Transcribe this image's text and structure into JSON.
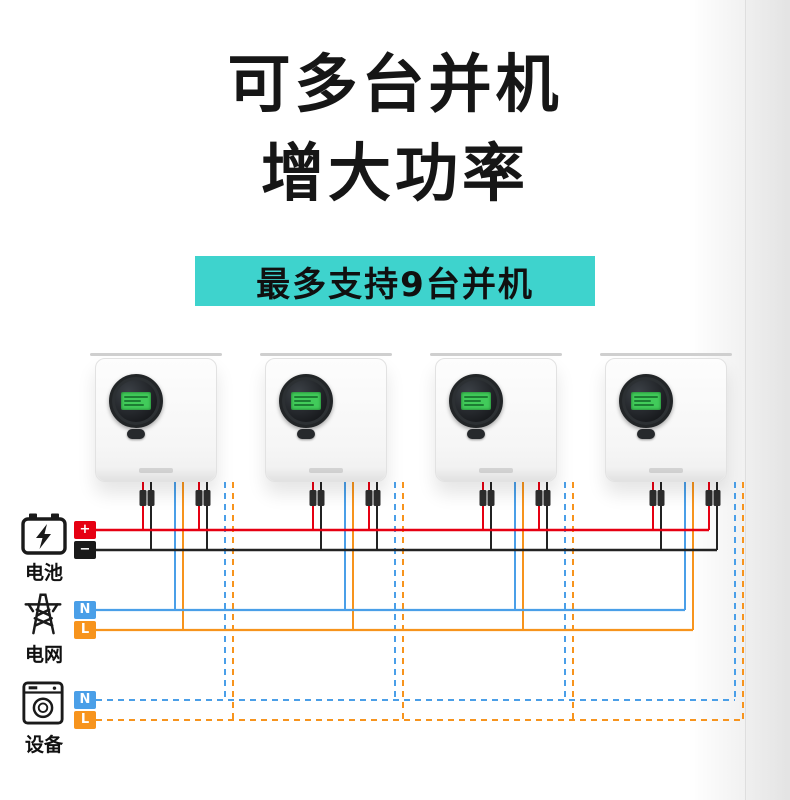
{
  "header": {
    "title_line1": "可多台并机",
    "title_line2": "增大功率"
  },
  "banner": {
    "text": "最多支持9台并机",
    "bg_color": "#3ED3CD"
  },
  "inverters": {
    "count": 4
  },
  "legend": {
    "battery": {
      "label": "电池",
      "terminals": [
        {
          "label": "+",
          "color": "#E60012"
        },
        {
          "label": "−",
          "color": "#1A1A1A"
        }
      ]
    },
    "grid": {
      "label": "电网",
      "terminals": [
        {
          "label": "N",
          "color": "#4A9FE8"
        },
        {
          "label": "L",
          "color": "#F7941D"
        }
      ]
    },
    "load": {
      "label": "设备",
      "terminals": [
        {
          "label": "N",
          "color": "#4A9FE8"
        },
        {
          "label": "L",
          "color": "#F7941D"
        }
      ]
    }
  },
  "colors": {
    "banner_bg": "#3ED3CD",
    "title_text": "#161616",
    "battery_positive": "#E60012",
    "battery_negative": "#232323",
    "grid_n": "#4A9FE8",
    "grid_l": "#F7941D",
    "load_n": "#4A9FE8",
    "load_l": "#F7941D"
  }
}
